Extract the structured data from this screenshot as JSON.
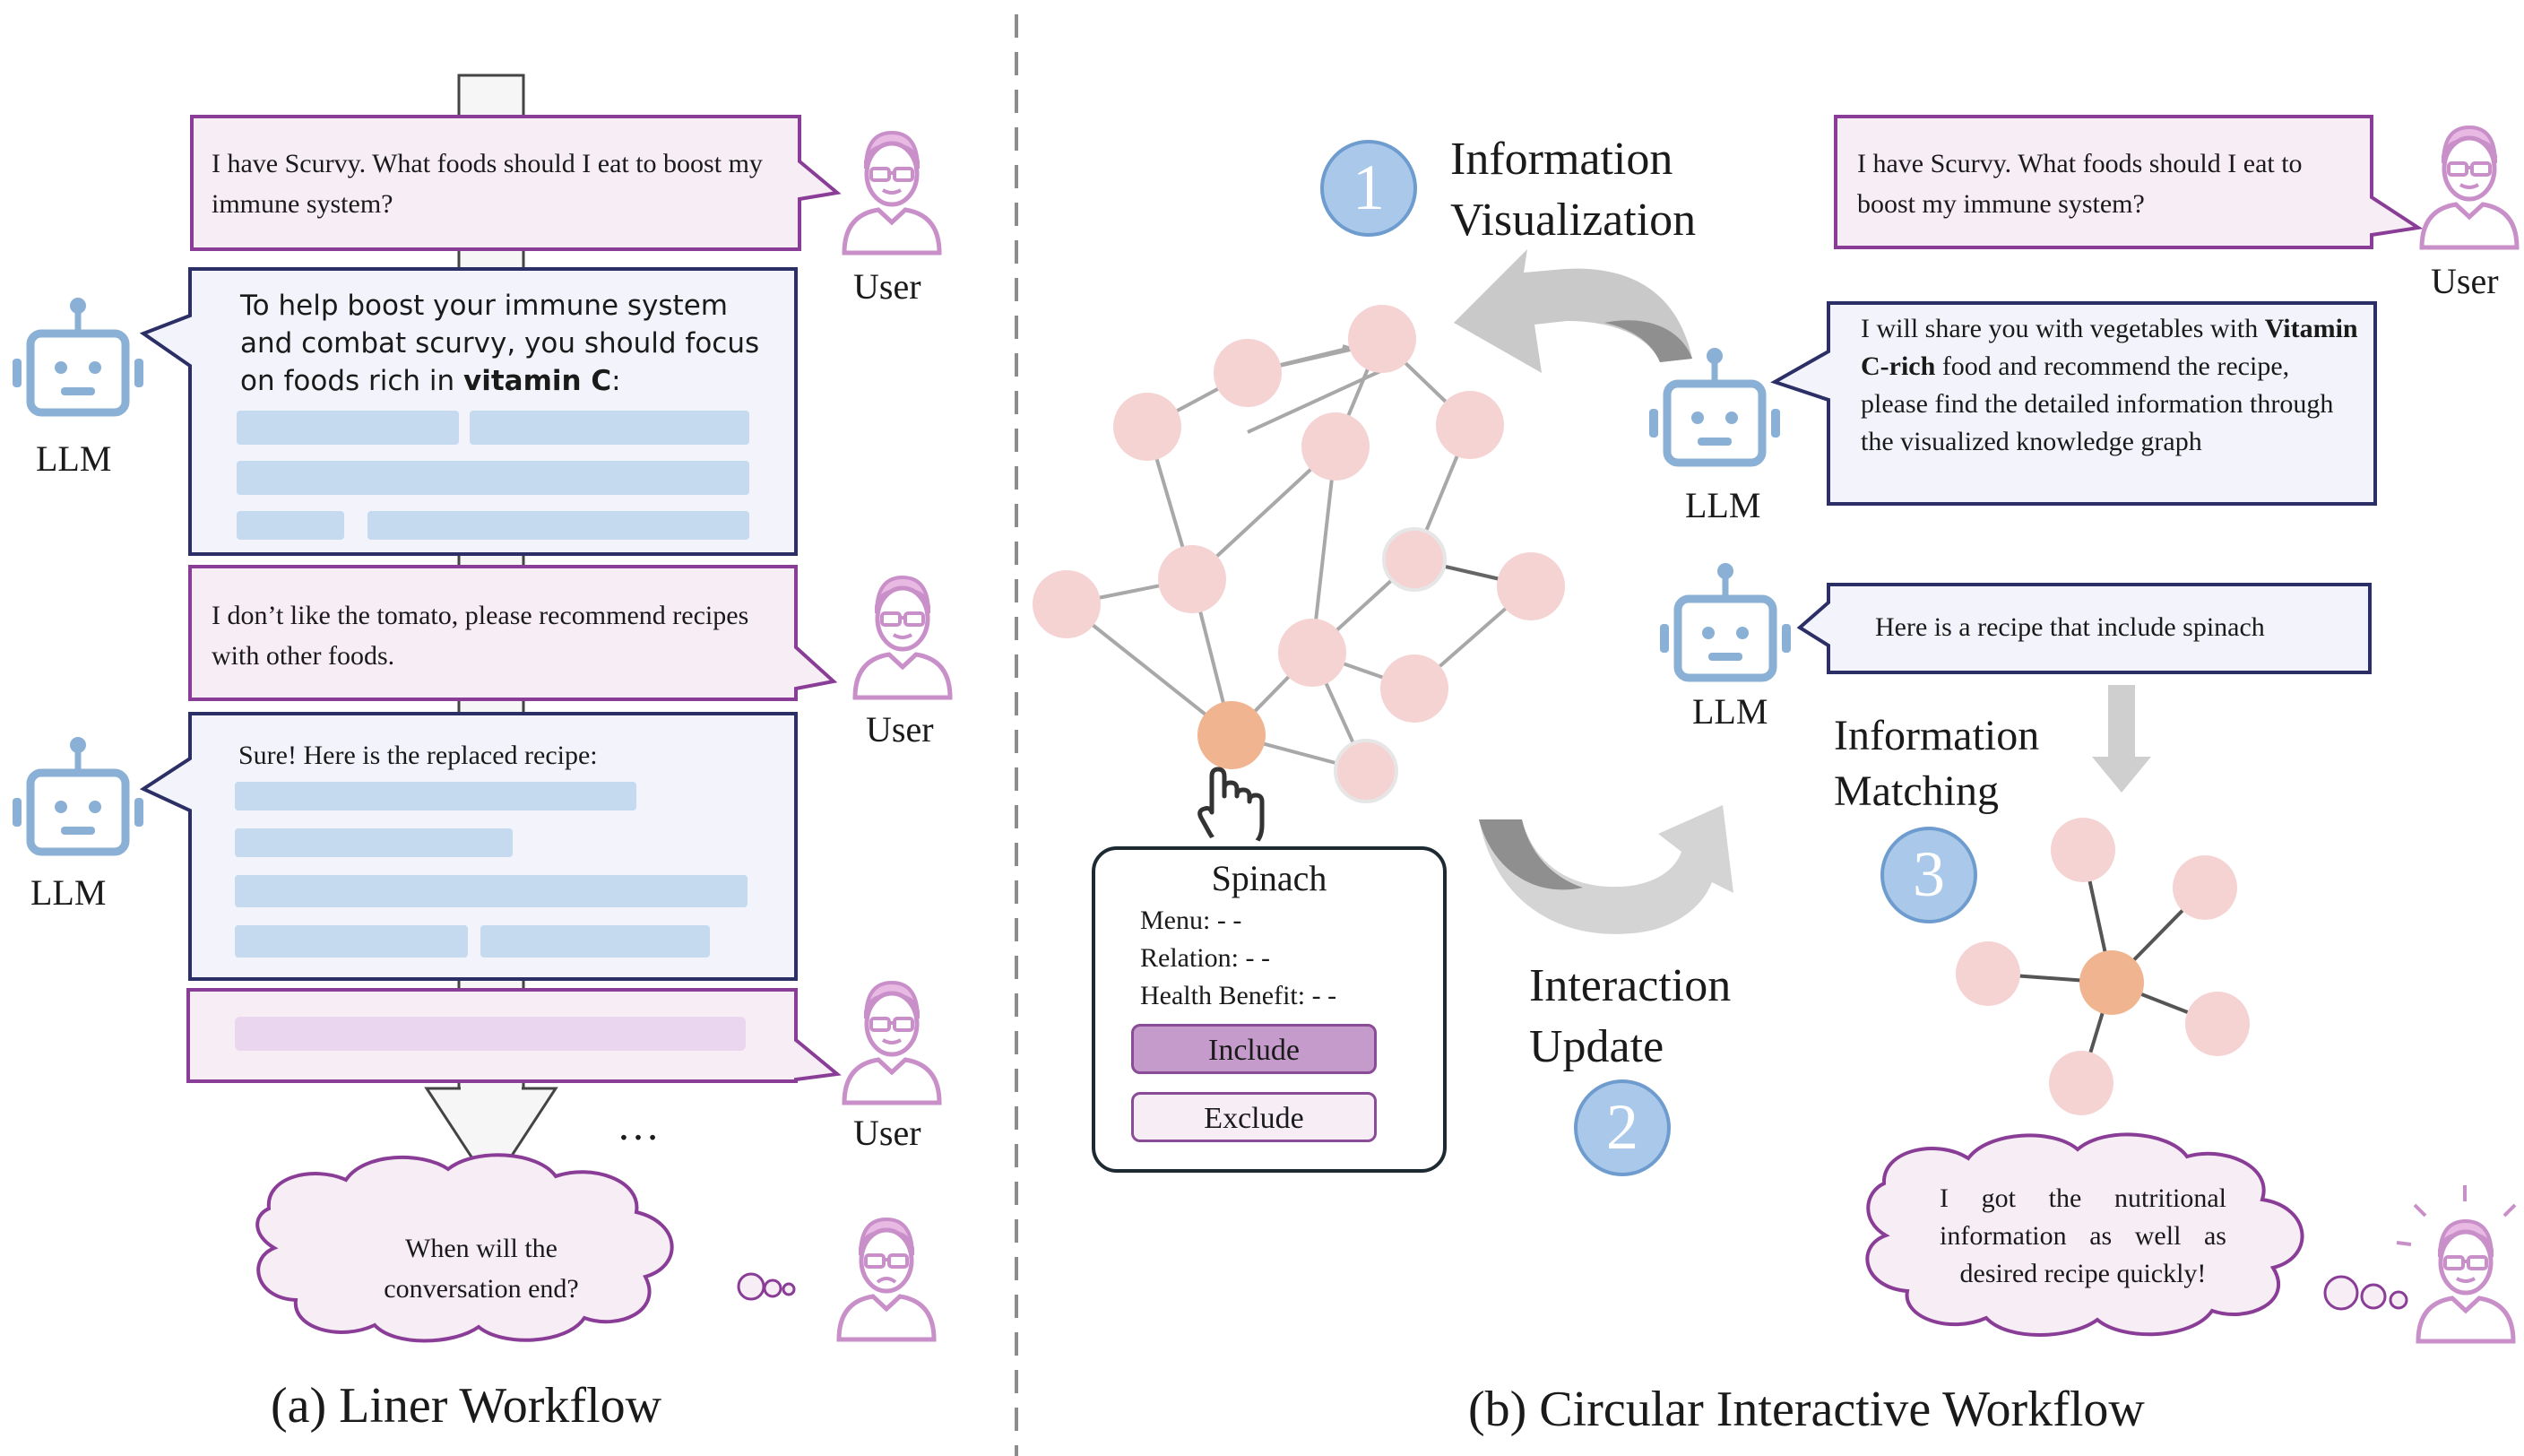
{
  "left_panel": {
    "user_message_1": "I have Scurvy. What foods should I eat to boost my immune system?",
    "llm_reply_1_line1": "To help boost your immune system",
    "llm_reply_1_line2": "and combat scurvy, you should focus",
    "llm_reply_1_line3_pre": "on foods rich in ",
    "llm_reply_1_bold": "vitamin C",
    "llm_reply_1_line3_post": ":",
    "user_message_2": "I don’t like the tomato, please recommend recipes with other foods.",
    "llm_reply_2": "Sure! Here is the replaced recipe:",
    "ellipsis": "…",
    "thought": "When will the conversation end?",
    "user_label": "User",
    "llm_label": "LLM",
    "caption": "(a) Liner Workflow"
  },
  "right_panel": {
    "step1_number": "1",
    "step1_label": "Information Visualization",
    "step2_number": "2",
    "step2_label": "Interaction Update",
    "step3_number": "3",
    "step3_label": "Information Matching",
    "user_message": "I have Scurvy. What foods should I eat to boost my immune system?",
    "llm_reply_1_pre": "I will share you with vegetables with ",
    "llm_reply_1_bold": "Vitamin C-rich",
    "llm_reply_1_post": " food and recommend the recipe, please find the detailed information through the visualized knowledge graph",
    "llm_reply_2": "Here is a recipe that include spinach",
    "thought": "I got the nutritional information as well as desired recipe quickly!",
    "node_card": {
      "title": "Spinach",
      "menu": "Menu: - -",
      "relation": "Relation: - -",
      "health_benefit": "Health Benefit: - -",
      "include_label": "Include",
      "exclude_label": "Exclude"
    },
    "user_label": "User",
    "llm_label": "LLM",
    "caption": "(b) Circular Interactive Workflow"
  },
  "colors": {
    "user_purple": "#8a3d96",
    "user_bubble_fill": "#f7edf5",
    "llm_navy": "#2b2f66",
    "llm_bubble_fill": "#f3f4fb",
    "placeholder_blue": "#c5d9ef",
    "robot_blue": "#8bb0d6",
    "node_pink": "#f5d3d3",
    "node_orange": "#f0b490",
    "step_circle": "#a9c8ea"
  }
}
